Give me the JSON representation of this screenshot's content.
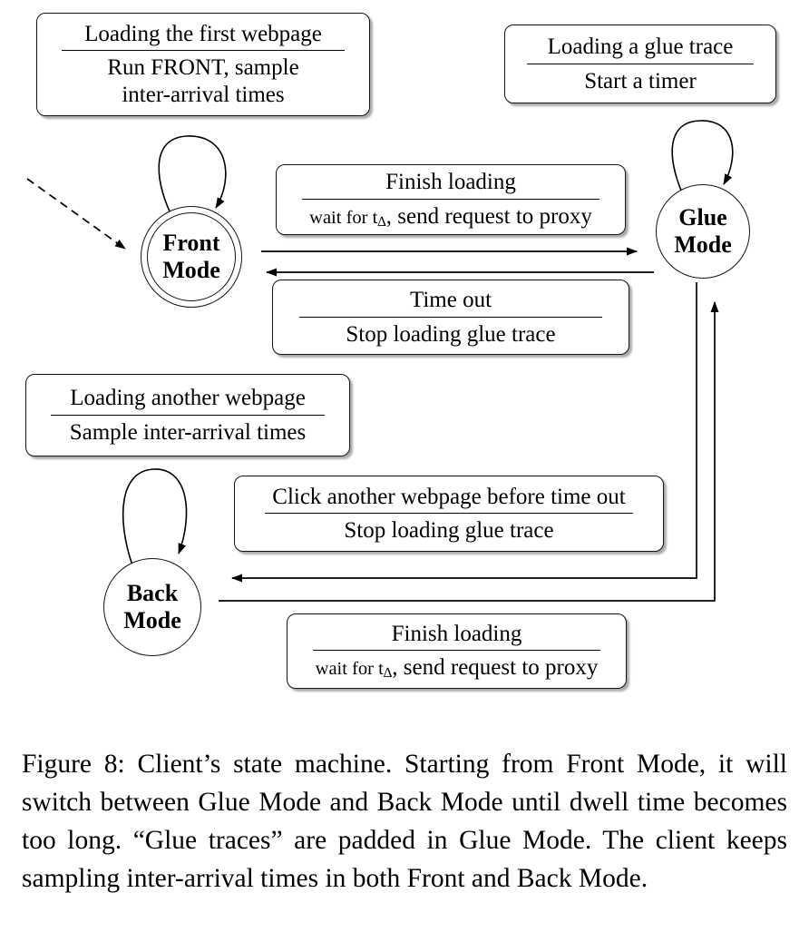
{
  "figure": {
    "boxes": {
      "loading_first_webpage": {
        "title": "Loading the first webpage",
        "body": "Run FRONT, sample inter-arrival times"
      },
      "loading_glue_trace": {
        "title": "Loading a glue trace",
        "body": "Start a timer"
      },
      "finish_loading_top": {
        "title": "Finish loading",
        "body_pre": "wait for t",
        "body_sub": "∆",
        "body_post": ", send request to proxy"
      },
      "time_out": {
        "title": "Time out",
        "body": "Stop loading glue trace"
      },
      "loading_another_webpage": {
        "title": "Loading another webpage",
        "body": "Sample inter-arrival times"
      },
      "click_another_webpage": {
        "title": "Click another webpage before time out",
        "body": "Stop loading glue trace"
      },
      "finish_loading_bottom": {
        "title": "Finish loading",
        "body_pre": "wait for t",
        "body_sub": "∆",
        "body_post": ", send request to proxy"
      }
    },
    "nodes": {
      "front": {
        "line1": "Front",
        "line2": "Mode"
      },
      "glue": {
        "line1": "Glue",
        "line2": "Mode"
      },
      "back": {
        "line1": "Back",
        "line2": "Mode"
      }
    },
    "colors": {
      "ink": "#000000",
      "box_shadow": "#ababab",
      "background": "#ffffff"
    }
  },
  "caption": {
    "text": "Figure 8: Client’s state machine. Starting from Front Mode, it will switch between Glue Mode and Back Mode until dwell time becomes too long.  “Glue traces” are padded in Glue Mode. The client keeps sampling inter-arrival times in both Front and Back Mode."
  }
}
